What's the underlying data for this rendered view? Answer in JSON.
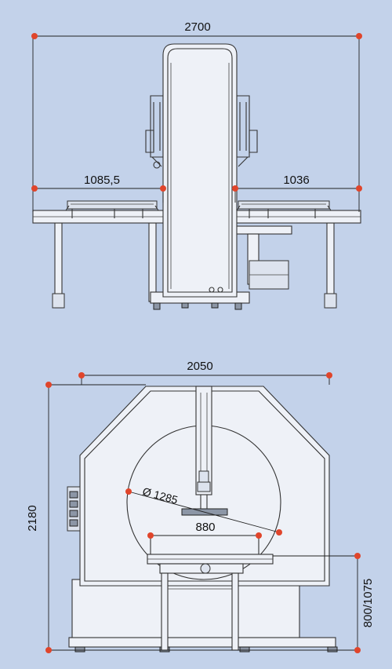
{
  "colors": {
    "background": "#c3d2ea",
    "dimension_dot": "#e0452b",
    "line": "#333333"
  },
  "top_view": {
    "overall_width": "2700",
    "left_table_width": "1085,5",
    "right_table_width": "1036"
  },
  "bottom_view": {
    "overall_width": "2050",
    "height": "2180",
    "ring_diameter": "Ø 1285",
    "fork_width": "880",
    "table_height": "800/1075"
  }
}
